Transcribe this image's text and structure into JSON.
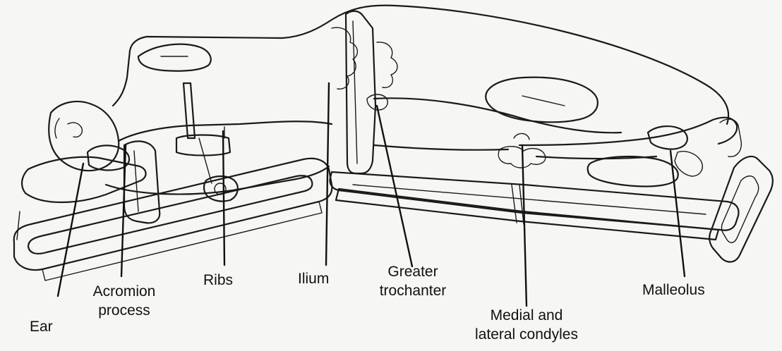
{
  "labels": {
    "ear": "Ear",
    "acromion_1": "Acromion",
    "acromion_2": "process",
    "ribs": "Ribs",
    "ilium": "Ilium",
    "greater_1": "Greater",
    "greater_2": "trochanter",
    "condyles_1": "Medial and",
    "condyles_2": "lateral condyles",
    "malleolus": "Malleolus"
  },
  "colors": {
    "background": "#f6f6f4",
    "ink": "#1a1a1a"
  }
}
